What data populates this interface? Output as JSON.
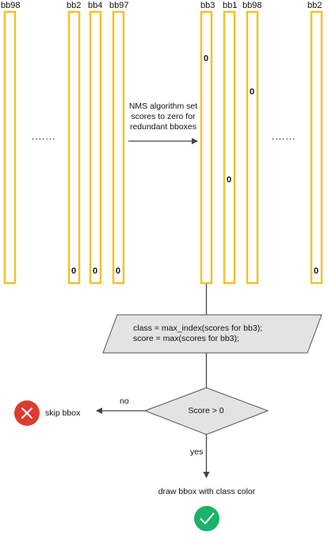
{
  "left_group": {
    "bars": [
      {
        "label": "bb98",
        "score": ""
      },
      {
        "label": "bb2",
        "score": "0"
      },
      {
        "label": "bb4",
        "score": "0"
      },
      {
        "label": "bb97",
        "score": "0"
      }
    ],
    "ellipsis": "......."
  },
  "right_group": {
    "bars": [
      {
        "label": "bb3",
        "score": "0"
      },
      {
        "label": "bb1",
        "score": "0"
      },
      {
        "label": "bb98",
        "score": "0"
      },
      {
        "label": "bb2",
        "score": "0"
      }
    ],
    "ellipsis": "......."
  },
  "nms_note": [
    "NMS algorithm set",
    "scores to zero for",
    "redundant bboxes"
  ],
  "process_box": [
    "class = max_index(scores for bb3);",
    "score = max(scores for bb3);"
  ],
  "decision": "Score > 0",
  "no_label": "no",
  "yes_label": "yes",
  "skip_label": "skip bbox",
  "draw_label": "draw bbox with class color",
  "colors": {
    "bar": "#f2c12e",
    "skip": "#dc3b2f",
    "draw": "#19b36b",
    "shape_fill": "#e3e3e3"
  }
}
